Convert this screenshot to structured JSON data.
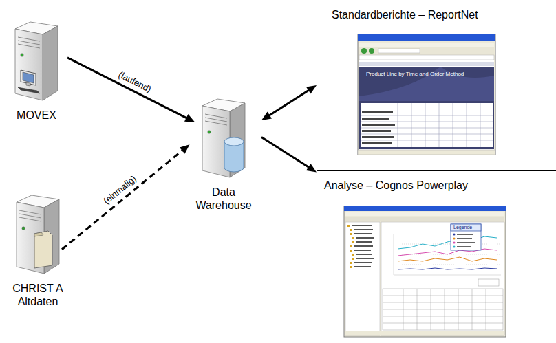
{
  "diagram": {
    "nodes": [
      {
        "text": [
          "MOVEX"
        ]
      },
      {
        "text": [
          "CHRIST A Altdaten"
        ]
      },
      {
        "text": [
          "Data Warehouse"
        ]
      },
      {
        "text": [
          "Standardberichte – ReportNet"
        ]
      },
      {
        "text": [
          "Analyse – Cognos Powerplay"
        ]
      }
    ],
    "edges": [
      {
        "from": 0,
        "to": 2,
        "label": "(laufend)",
        "arrow": "to"
      },
      {
        "from": 1,
        "to": 2,
        "label": "(einmalig)",
        "arrow": "to"
      },
      {
        "from": 2,
        "to": 3,
        "arrow": "both"
      },
      {
        "from": 2,
        "to": 4,
        "arrow": "to"
      }
    ],
    "labels": [
      "Product Line by Time and Order Method",
      "Legende"
    ]
  }
}
